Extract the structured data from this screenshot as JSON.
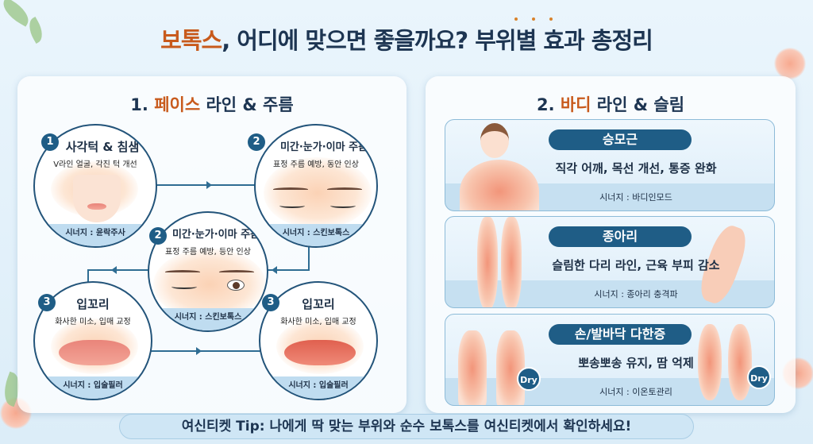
{
  "title": {
    "accent": "보톡스",
    "rest": ", 어디에 맞으면 좋을까요? 부위별 효과 총정리"
  },
  "face_panel": {
    "title_prefix": "1. ",
    "title_accent": "페이스",
    "title_rest": " 라인 & 주름",
    "items": [
      {
        "num": "1",
        "heading": "사각턱 & 침샘",
        "desc": "V라인 얼굴, 각진 턱 개선",
        "synergy": "시너지 : 윤락주사"
      },
      {
        "num": "2",
        "heading": "미간·눈가·이마 주름",
        "desc": "표정 주름 예방, 동안 인상",
        "synergy": "시너지 : 스킨보톡스"
      },
      {
        "num": "2",
        "heading": "미간·눈가·이마 주름",
        "desc": "표정 주름 예방, 등안 인상",
        "synergy": "시너지 : 스킨보톡스"
      },
      {
        "num": "3",
        "heading": "입꼬리",
        "desc": "화사한 미소, 입매 교정",
        "synergy": "시너지 : 입술필러"
      },
      {
        "num": "3",
        "heading": "입꼬리",
        "desc": "화사한 미소, 입매 교정",
        "synergy": "시너지 : 입술필러"
      }
    ]
  },
  "body_panel": {
    "title_prefix": "2. ",
    "title_accent": "바디",
    "title_rest": " 라인 & 슬림",
    "items": [
      {
        "name": "승모근",
        "desc": "직각 어깨, 목선 개선, 통증 완화",
        "synergy": "시너지 : 바디인모드"
      },
      {
        "name": "종아리",
        "desc": "슬림한 다리 라인, 근육 부피 감소",
        "synergy": "시너지 : 종아리 충격파"
      },
      {
        "name": "손/발바닥 다한증",
        "desc": "뽀송뽀송 유지, 땀 억제",
        "synergy": "시너지 : 이온토관리",
        "badge": "Dry"
      }
    ]
  },
  "tip": "여신티켓 Tip: 나에게 딱 맞는 부위와 순수 보톡스를 여신티켓에서 확인하세요!",
  "colors": {
    "accent": "#c85a1c",
    "navy": "#1f5d86",
    "text": "#1d3552"
  }
}
